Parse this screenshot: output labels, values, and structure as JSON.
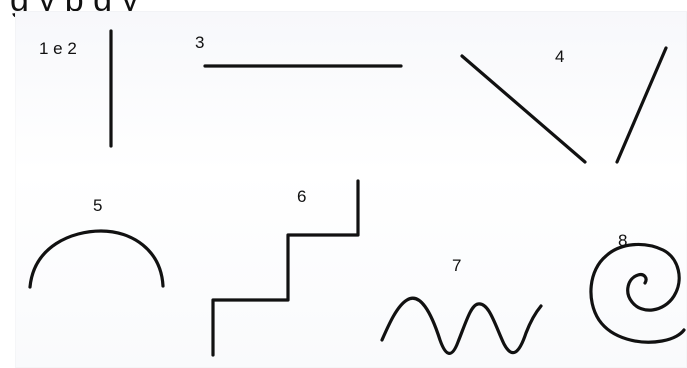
{
  "header_text": "g y p                                          g    y",
  "labels": {
    "shape_1_2": "1 e 2",
    "shape_3": "3",
    "shape_4": "4",
    "shape_5": "5",
    "shape_6": "6",
    "shape_7": "7",
    "shape_8": "8"
  },
  "colors": {
    "stroke": "#111111",
    "background": "#ffffff"
  }
}
